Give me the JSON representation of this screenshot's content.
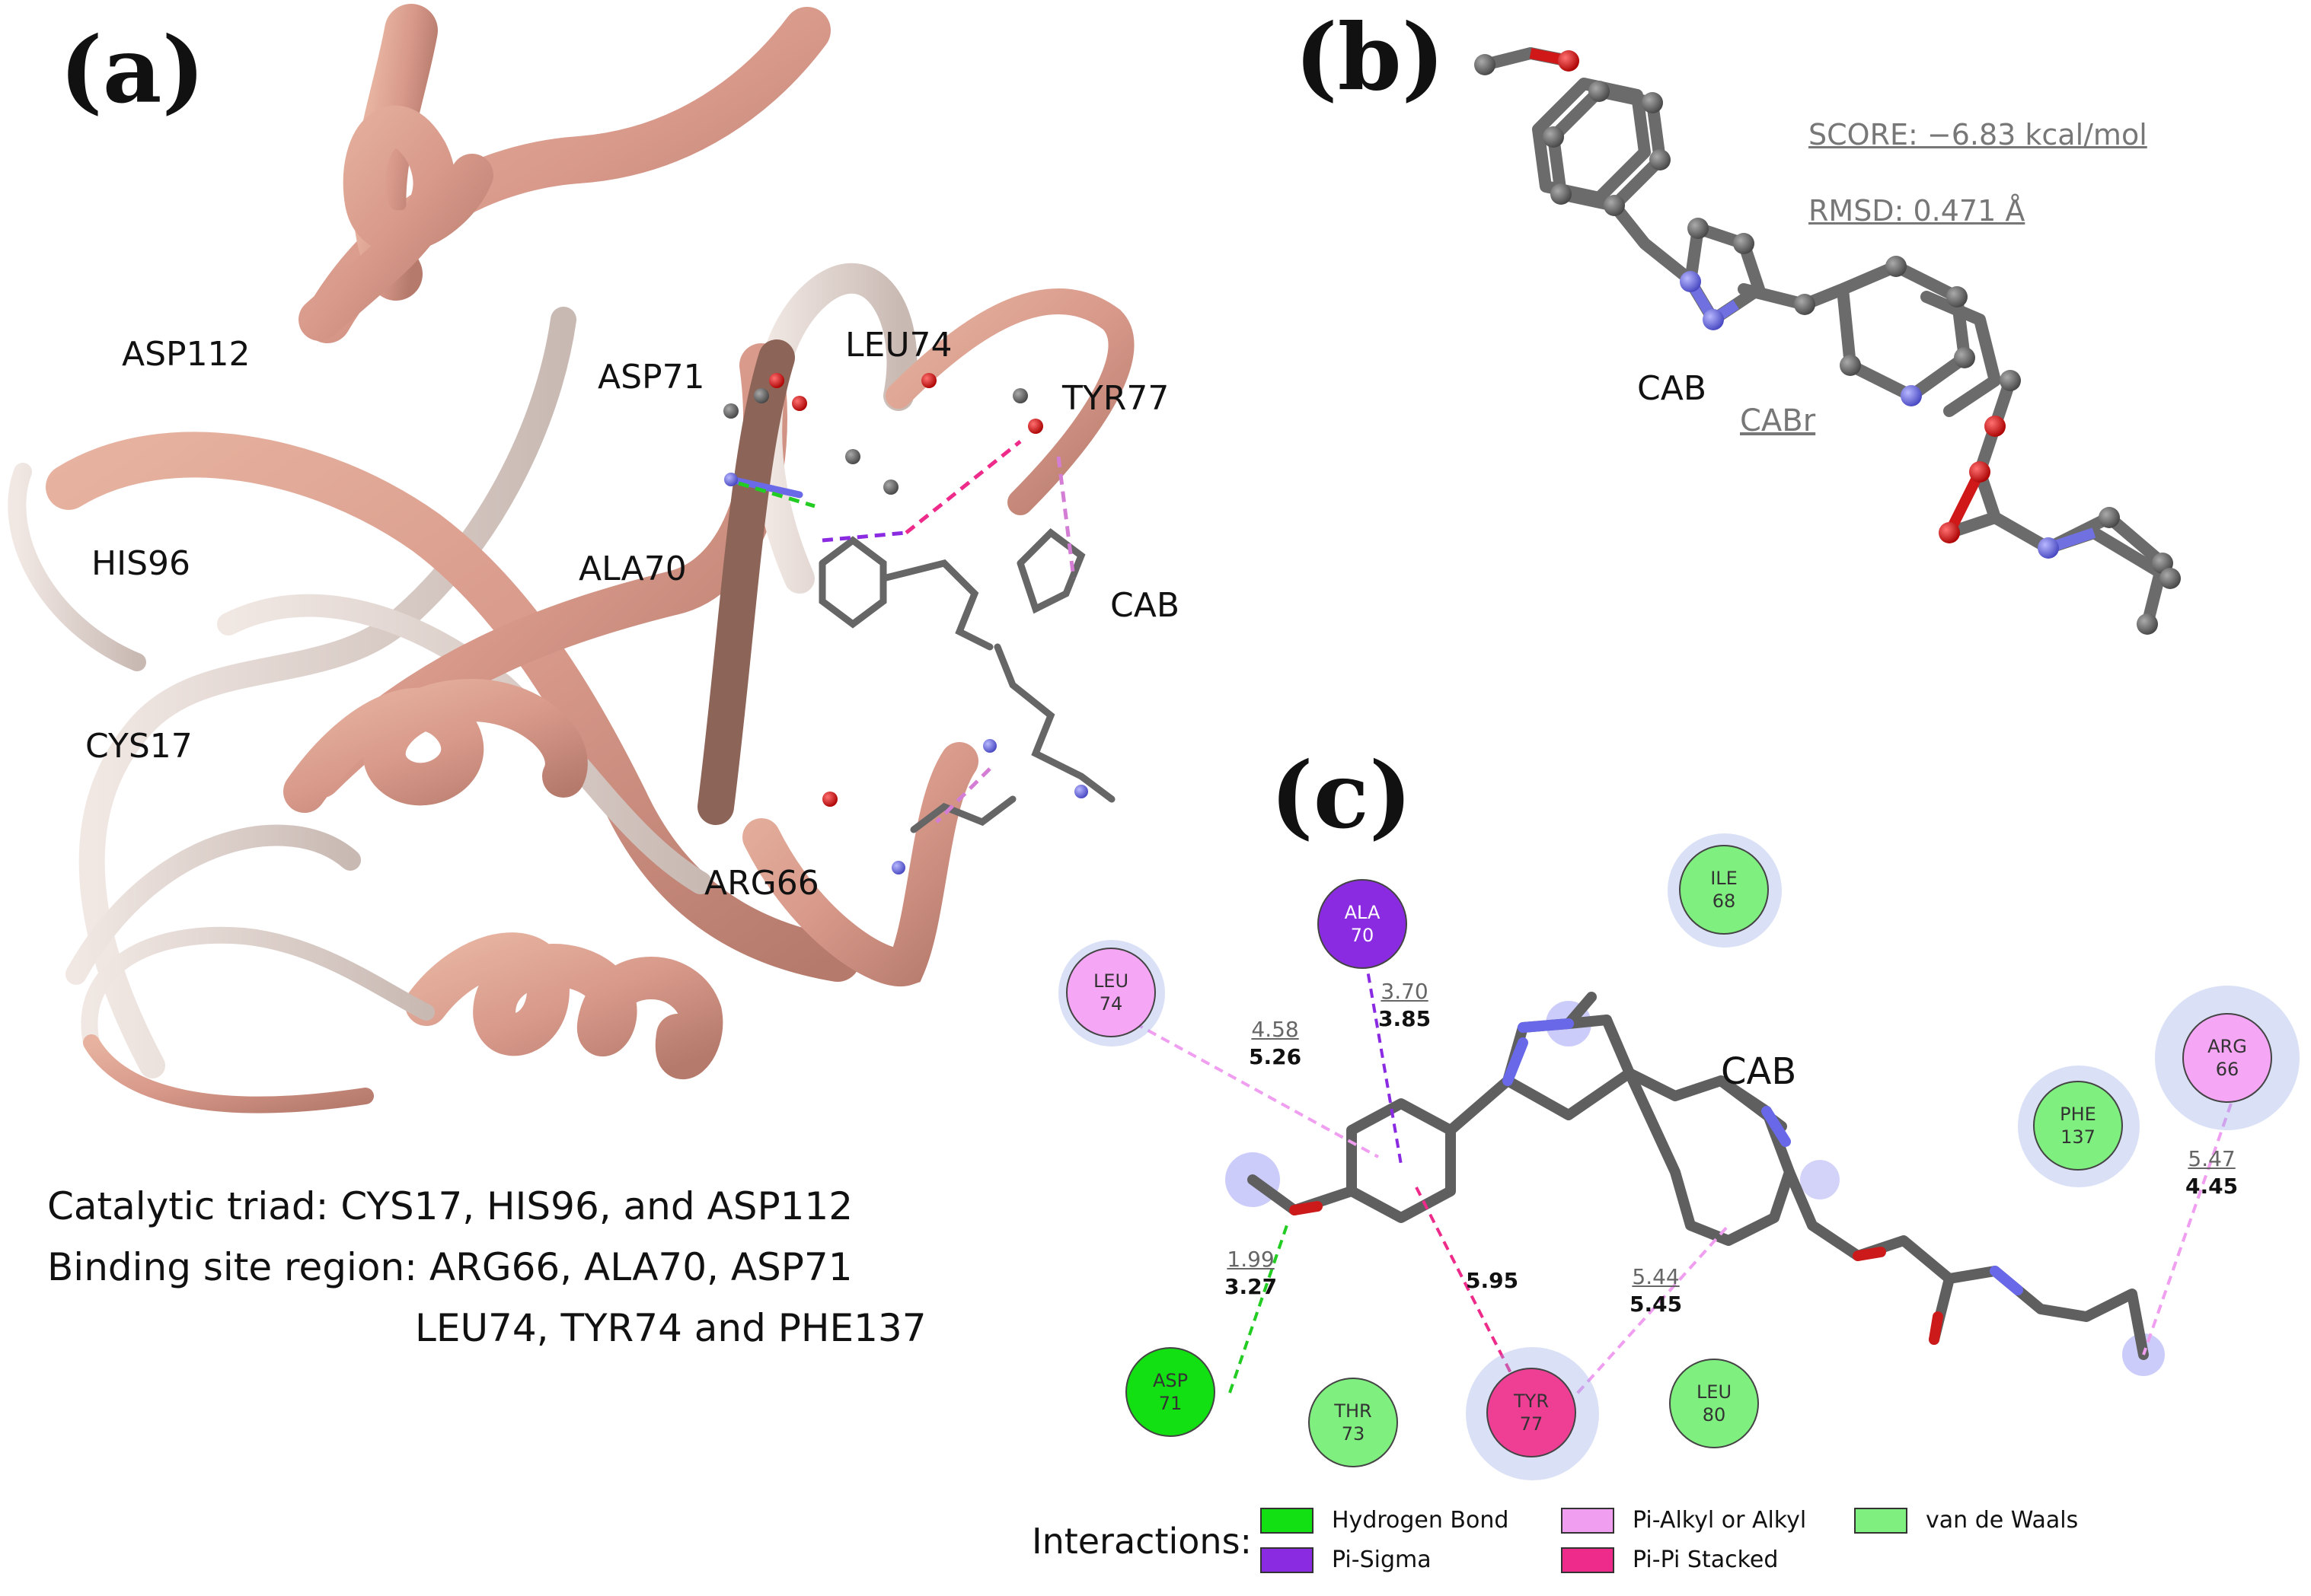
{
  "panels": {
    "a": {
      "label": "(a)",
      "residue_labels": [
        "ASP112",
        "ASP71",
        "LEU74",
        "TYR77",
        "HIS96",
        "ALA70",
        "CAB",
        "CYS17",
        "ARG66"
      ],
      "caption": [
        "Catalytic triad: CYS17, HIS96, and ASP112",
        "Binding site region: ARG66, ALA70, ASP71",
        "LEU74, TYR74 and PHE137"
      ]
    },
    "b": {
      "label": "(b)",
      "score": "SCORE: −6.83 kcal/mol",
      "rmsd": "RMSD: 0.471 Å",
      "ligand_labels": [
        "CAB",
        "CABr"
      ]
    },
    "c": {
      "label": "(c)",
      "ligand_label": "CAB",
      "residues": [
        {
          "name": "ALA",
          "num": "70",
          "type": "pi-sigma"
        },
        {
          "name": "ILE",
          "num": "68",
          "type": "vdw"
        },
        {
          "name": "LEU",
          "num": "74",
          "type": "pi-alkyl"
        },
        {
          "name": "ARG",
          "num": "66",
          "type": "pi-alkyl"
        },
        {
          "name": "PHE",
          "num": "137",
          "type": "vdw"
        },
        {
          "name": "ASP",
          "num": "71",
          "type": "hbond"
        },
        {
          "name": "THR",
          "num": "73",
          "type": "vdw"
        },
        {
          "name": "TYR",
          "num": "77",
          "type": "pi-pi"
        },
        {
          "name": "LEU",
          "num": "80",
          "type": "vdw"
        }
      ],
      "distances": [
        {
          "top": "4.58",
          "bottom": "5.26"
        },
        {
          "top": "3.70",
          "bottom": "3.85"
        },
        {
          "top": "1.99",
          "bottom": "3.27"
        },
        {
          "top": "",
          "bottom": "5.95"
        },
        {
          "top": "5.44",
          "bottom": "5.45"
        },
        {
          "top": "5.47",
          "bottom": "4.45"
        }
      ],
      "legend": {
        "title": "Interactions:",
        "items": [
          {
            "label": "Hydrogen Bond",
            "color": "#12e012"
          },
          {
            "label": "Pi-Sigma",
            "color": "#8a2be2"
          },
          {
            "label": "Pi-Alkyl or Alkyl",
            "color": "#f09ef0"
          },
          {
            "label": "Pi-Pi Stacked",
            "color": "#ee2b8a"
          },
          {
            "label": "van de Waals",
            "color": "#7ff07f"
          }
        ]
      }
    }
  },
  "colors": {
    "ribbon": "#d9a08a",
    "ribbon_light": "#ece3de",
    "carbon": "#6b6b6b",
    "nitrogen": "#6a6ae8",
    "oxygen": "#d81818"
  }
}
